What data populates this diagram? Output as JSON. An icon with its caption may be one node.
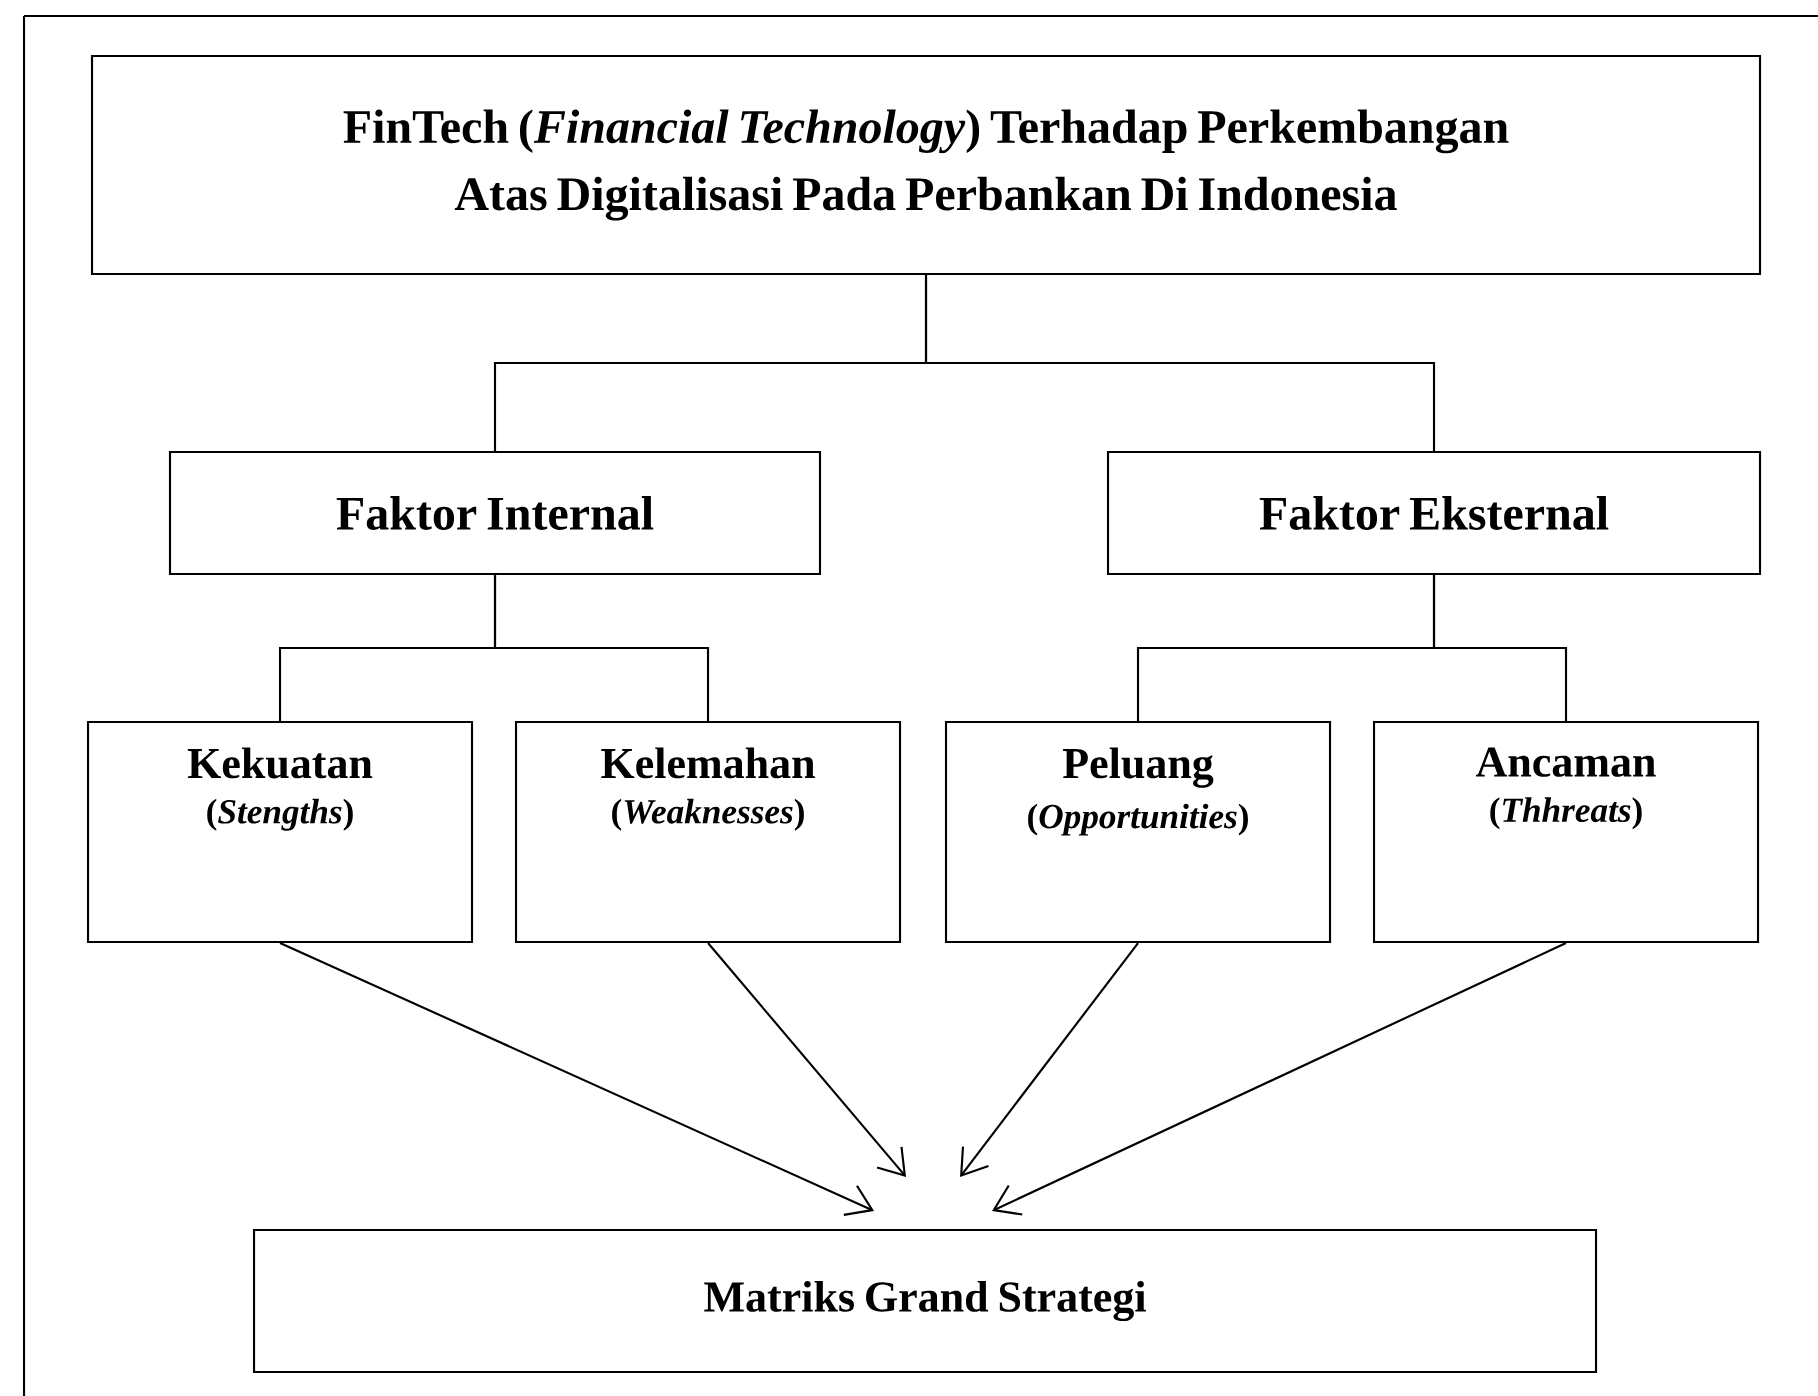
{
  "diagram": {
    "nodes": [
      {
        "text": [
          "FinTech (*Financial Technology*) Terhadap Perkembangan Atas Digitalisasi Pada Perbankan Di Indonesia"
        ]
      },
      {
        "text": [
          "Faktor Internal"
        ]
      },
      {
        "text": [
          "Faktor Eksternal"
        ]
      },
      {
        "text": [
          "Kekuatan",
          "(*Stengths*)"
        ]
      },
      {
        "text": [
          "Kelemahan",
          "(*Weaknesses*)"
        ]
      },
      {
        "text": [
          "Peluang",
          "(*Opportunities*)"
        ]
      },
      {
        "text": [
          "Ancaman",
          "(*Thhreats*)"
        ]
      },
      {
        "text": [
          "Matriks Grand Strategi"
        ]
      }
    ],
    "edges": [
      {
        "from": 0,
        "to": 1,
        "arrow": "none"
      },
      {
        "from": 0,
        "to": 2,
        "arrow": "none"
      },
      {
        "from": 1,
        "to": 3,
        "arrow": "none"
      },
      {
        "from": 1,
        "to": 4,
        "arrow": "none"
      },
      {
        "from": 2,
        "to": 5,
        "arrow": "none"
      },
      {
        "from": 2,
        "to": 6,
        "arrow": "none"
      },
      {
        "from": 3,
        "to": 7,
        "arrow": "to"
      },
      {
        "from": 4,
        "to": 7,
        "arrow": "to"
      },
      {
        "from": 5,
        "to": 7,
        "arrow": "to"
      },
      {
        "from": 6,
        "to": 7,
        "arrow": "to"
      }
    ]
  }
}
